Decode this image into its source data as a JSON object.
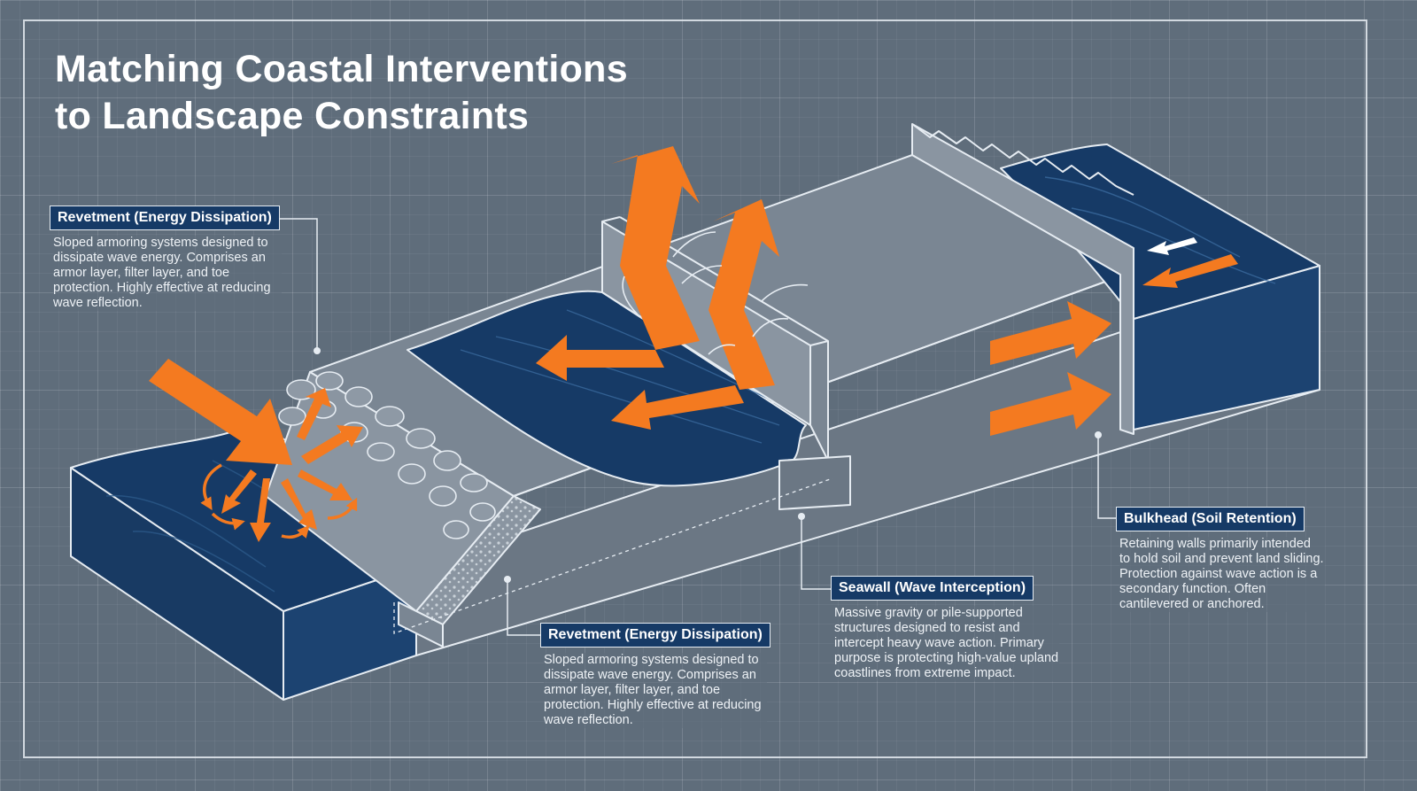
{
  "title": {
    "line1": "Matching Coastal Interventions",
    "line2": "to Landscape Constraints"
  },
  "callouts": {
    "revetment_top": {
      "label": "Revetment (Energy Dissipation)",
      "description": "Sloped armoring systems designed to dissipate wave energy. Comprises an armor layer, filter layer, and toe protection. Highly effective at reducing wave reflection."
    },
    "revetment_bottom": {
      "label": "Revetment (Energy Dissipation)",
      "description": "Sloped armoring systems designed to dissipate wave energy. Comprises an armor layer, filter layer, and toe protection. Highly effective at reducing wave reflection."
    },
    "seawall": {
      "label": "Seawall (Wave Interception)",
      "description": "Massive gravity or pile-supported structures designed to resist and intercept heavy wave action. Primary purpose is protecting high-value upland coastlines from extreme impact."
    },
    "bulkhead": {
      "label": "Bulkhead (Soil Retention)",
      "description": "Retaining walls primarily intended to hold soil and prevent land sliding. Protection against wave action is a secondary function. Often cantilevered or anchored."
    }
  },
  "colors": {
    "background": "#5f6d7b",
    "water": "#163a66",
    "land": "#76828f",
    "arrow": "#f47a20",
    "outline": "#e6ecf2"
  }
}
